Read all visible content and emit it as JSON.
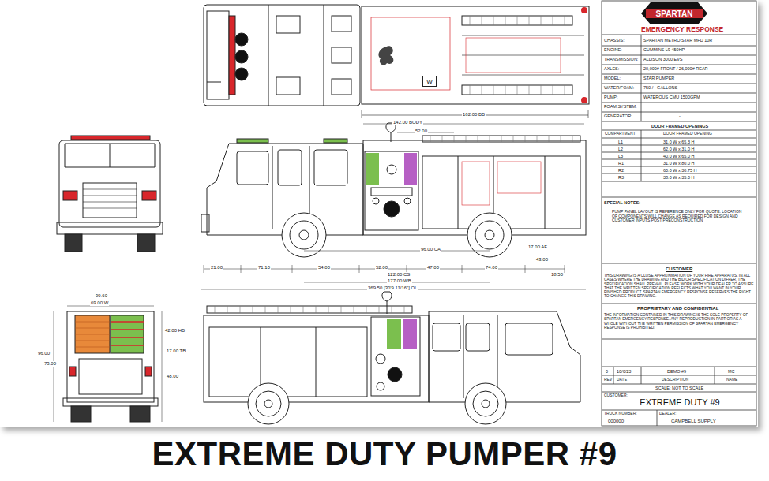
{
  "diagram": {
    "title": "EXTREME DUTY PUMPER #9",
    "nodes": [
      {
        "text": [
          "SPARTAN"
        ]
      },
      {
        "text": [
          "EXTREME DUTY #9"
        ]
      },
      {
        "text": [
          "W"
        ]
      }
    ],
    "labels": [
      "EMERGENCY RESPONSE",
      "CHASSIS:",
      "SPARTAN METRO STAR MFD 10R",
      "ENGINE:",
      "CUMMINS L9 450HP",
      "TRANSMISSION:",
      "ALLISON 3000 EVS",
      "AXLES:",
      "20,000# FRONT / 26,000# REAR",
      "MODEL:",
      "STAR PUMPER",
      "WATER/FOAM:",
      "750 / - GALLONS",
      "PUMP:",
      "WATEROUS CMU 1500GPM",
      "FOAM SYSTEM:",
      "GENERATOR:",
      "-",
      "DOOR FRAMED OPENINGS",
      "COMPARTMENT",
      "DOOR FRAMED OPENING",
      "L1",
      "31.0 W x 65.3 H",
      "L2",
      "62.0 W x 31.0 H",
      "L3",
      "40.0 W x 65.0 H",
      "R1",
      "31.0 W x 80.0 H",
      "R2",
      "60.0 W x 30.75 H",
      "R3",
      "38.0 W x 35.0 H",
      "SPECIAL NOTES:",
      "PUMP PANEL LAYOUT IS REFERENCE ONLY FOR QUOTE. LOCATION OF COMPONENTS WILL CHANGE AS REQUIRED FOR DESIGN AND CUSTOMER INPUTS POST PRECONSTRUCTION",
      "CUSTOMER",
      "THIS DRAWING IS A CLOSE APPROXIMATION OF YOUR FIRE APPARATUS. IN ALL CASES WHERE THE DRAWING AND THE BID OR SPECIFICATION DIFFER, THE SPECIFICATION SHALL PREVAIL. PLEASE WORK WITH YOUR DEALER TO ASSURE THAT THE WRITTEN SPECIFICATION REFLECTS WHAT YOU WANT IN YOUR FINISHED PRODUCT. SPARTAN EMERGENCY RESPONSE RESERVES THE RIGHT TO CHANGE THIS DRAWING.",
      "PROPRIETARY AND CONFIDENTIAL",
      "THE INFORMATION CONTAINED IN THIS DRAWING IS THE SOLE PROPERTY OF SPARTAN EMERGENCY RESPONSE. ANY REPRODUCTION IN PART OR AS A WHOLE WITHOUT THE WRITTEN PERMISSION OF SPARTAN EMERGENCY RESPONSE IS PROHIBITED.",
      "0",
      "10/6/23",
      "DEMO #9",
      "MC",
      "REV",
      "DATE",
      "DESCRIPTION",
      "NAME",
      "SCALE: NOT TO SCALE",
      "CUSTOMER:",
      "TRUCK NUMBER:",
      "000000",
      "DEALER:",
      "CAMPBELL SUPPLY",
      "162.00 BB",
      "142.00 BODY",
      "52.00",
      "21.00",
      "71.10",
      "54.00",
      "52.00",
      "47.00",
      "74.00",
      "43.00",
      "17.00 AF",
      "18.50",
      "96.00 CA",
      "122.00 CS",
      "177.00 WB",
      "369.50 [30'9 11/16\"] OL",
      "99.60",
      "69.00 W",
      "96.00",
      "73.00",
      "42.00 HB",
      "17.00 TB",
      "48.00"
    ]
  }
}
